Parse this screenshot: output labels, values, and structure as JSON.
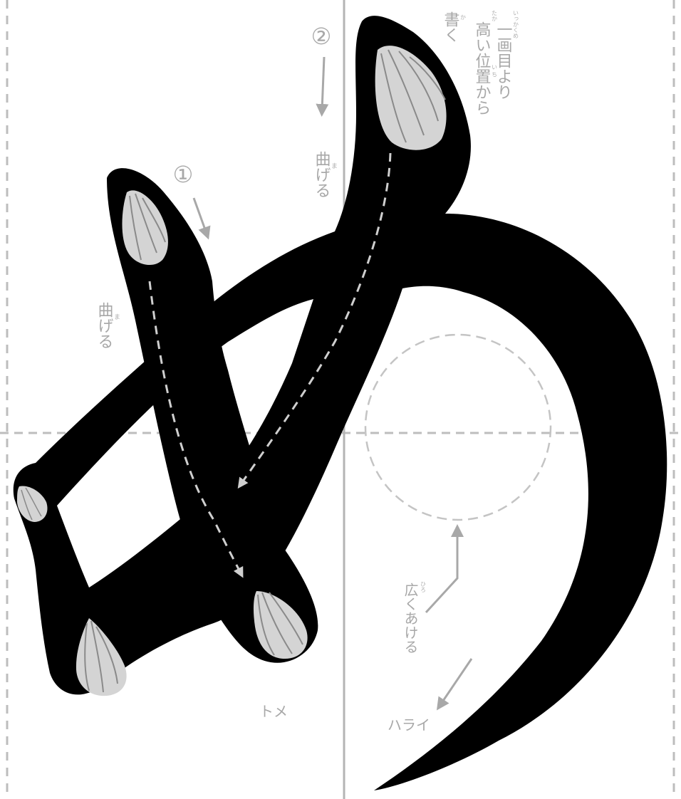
{
  "character": "め",
  "colors": {
    "ink": "#000000",
    "guide": "#bdbdbd",
    "center_line": "#b4b4b4",
    "label": "#a8a8a8",
    "drop_fill": "#d4d4d4",
    "drop_line": "#8a8a8a",
    "dashed_arrow": "#cfcfcf"
  },
  "stroke_numbers": {
    "first": "①",
    "second": "②"
  },
  "annotations": {
    "magaru_upper": {
      "text": "曲げる",
      "ruby": "ま"
    },
    "magaru_left": {
      "text": "曲げる",
      "ruby": "ま"
    },
    "start_note": {
      "lines": [
        "一画目より",
        "高い位置から",
        "書く"
      ],
      "ruby": [
        "いっかくめ",
        "たか",
        "い ち",
        "か"
      ]
    },
    "hiroku": {
      "text": "広くあける",
      "ruby": "ひろ"
    },
    "tome": "トメ",
    "harai": "ハライ"
  },
  "icons": {
    "brush_start": "brush-drop-icon",
    "flow_arrow": "dashed-arrow-icon",
    "hint_arrow": "arrow-icon"
  }
}
